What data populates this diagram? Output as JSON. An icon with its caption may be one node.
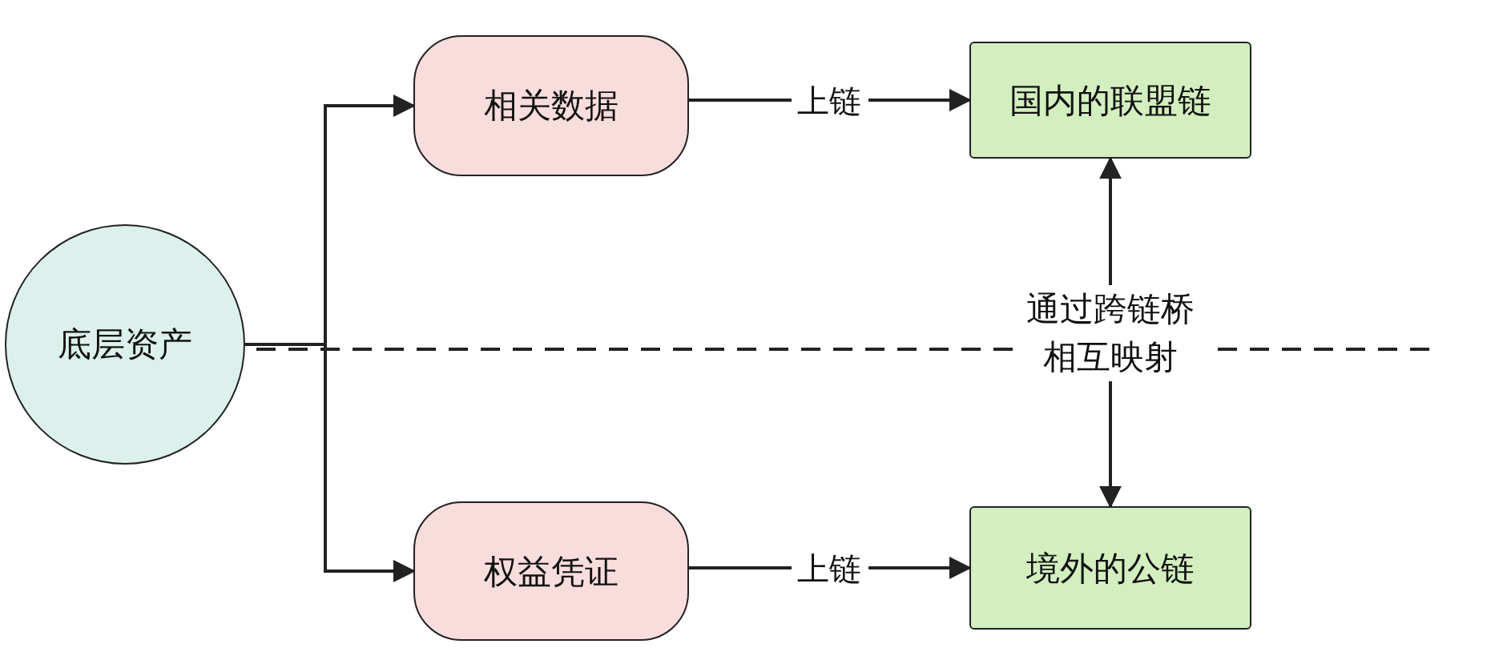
{
  "diagram": {
    "nodes": [
      {
        "text": [
          "底层资产"
        ]
      },
      {
        "text": [
          "相关数据"
        ]
      },
      {
        "text": [
          "权益凭证"
        ]
      },
      {
        "text": [
          "国内的联盟链"
        ]
      },
      {
        "text": [
          "境外的公链"
        ]
      }
    ],
    "edges": [
      {
        "from": 0,
        "to": 1,
        "arrow": "to"
      },
      {
        "from": 0,
        "to": 2,
        "arrow": "to"
      },
      {
        "from": 1,
        "to": 3,
        "arrow": "to",
        "label": "上链"
      },
      {
        "from": 2,
        "to": 4,
        "arrow": "to",
        "label": "上链"
      },
      {
        "from": 3,
        "to": 4,
        "arrow": "both",
        "label": "通过跨链桥相互映射"
      }
    ]
  }
}
